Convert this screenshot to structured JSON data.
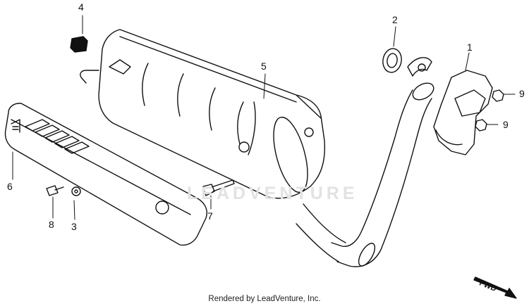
{
  "diagram": {
    "watermark": "LEADVENTURE",
    "fwd_label": "FWD",
    "footer": "Rendered by LeadVenture, Inc.",
    "callouts": [
      "1",
      "2",
      "3",
      "4",
      "5",
      "6",
      "7",
      "8",
      "9",
      "9"
    ],
    "parts": [
      {
        "name": "exhaust-pipe-gasket-bracket",
        "callout": "1"
      },
      {
        "name": "gasket",
        "callout": "2"
      },
      {
        "name": "washer",
        "callout": "3"
      },
      {
        "name": "nut-rubber-cap",
        "callout": "4"
      },
      {
        "name": "muffler",
        "callout": "5"
      },
      {
        "name": "muffler-protector",
        "callout": "6"
      },
      {
        "name": "bolt",
        "callout": "7"
      },
      {
        "name": "bolt-small",
        "callout": "8"
      },
      {
        "name": "nut",
        "callout": "9"
      }
    ]
  }
}
